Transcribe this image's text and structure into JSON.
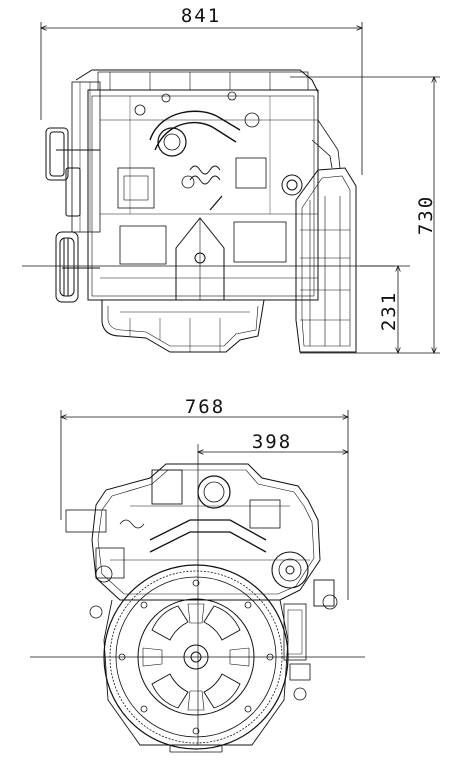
{
  "dimensions": {
    "side_length": "841",
    "side_height": "730",
    "side_crank_height": "231",
    "front_width": "768",
    "front_half_width": "398"
  },
  "colors": {
    "line": "#111111",
    "background": "#ffffff"
  }
}
